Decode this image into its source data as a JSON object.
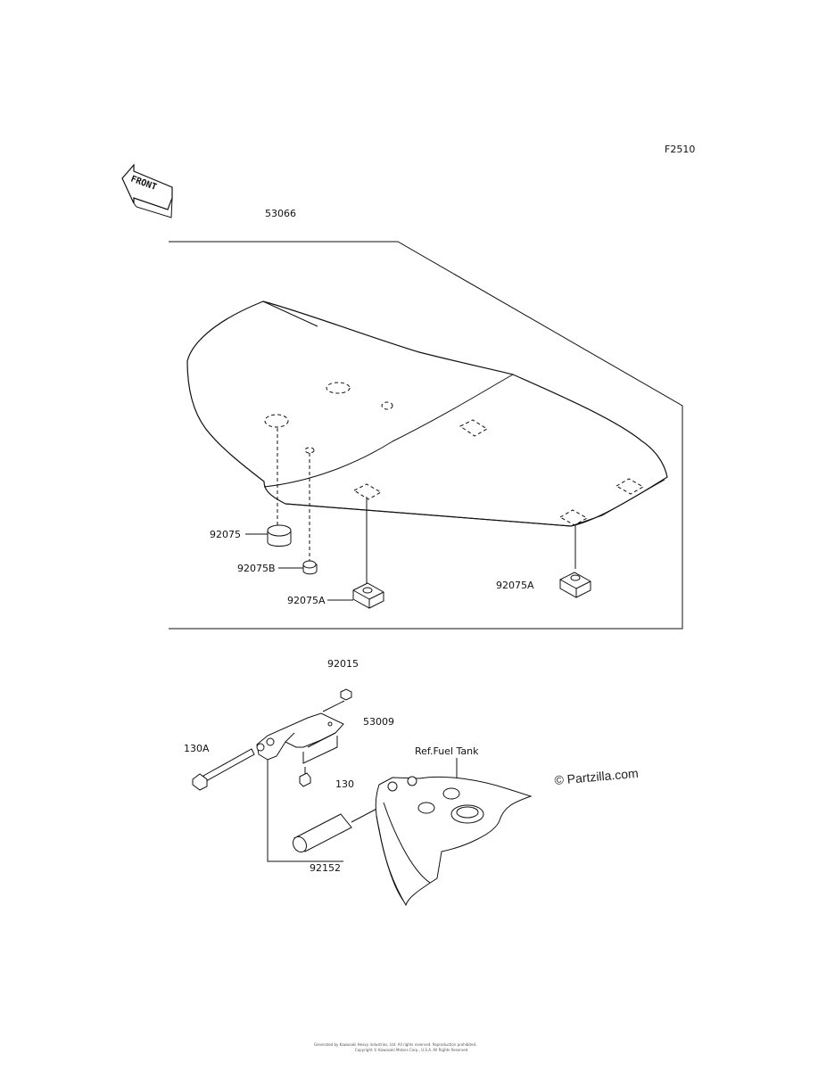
{
  "diagram_code": "F2510",
  "front_arrow": {
    "text": "FRONT",
    "icon": "front-direction-arrow-icon"
  },
  "parts": {
    "seat_assembly": "53066",
    "damper_large": "92075",
    "damper_small": "92075B",
    "damper_rect_left": "92075A",
    "damper_rect_right": "92075A",
    "bracket_nut": "92015",
    "seat_bracket": "53009",
    "bolt_long": "130A",
    "bolt_short": "130",
    "collar": "92152"
  },
  "reference_label": "Ref.Fuel Tank",
  "watermark": "© Partzilla.com",
  "footer": {
    "line1": "Generated by Kawasaki Heavy Industries, Ltd. All rights reserved. Reproduction prohibited.",
    "line2": "Copyright © Kawasaki Motors Corp., U.S.A. All Rights Reserved."
  }
}
